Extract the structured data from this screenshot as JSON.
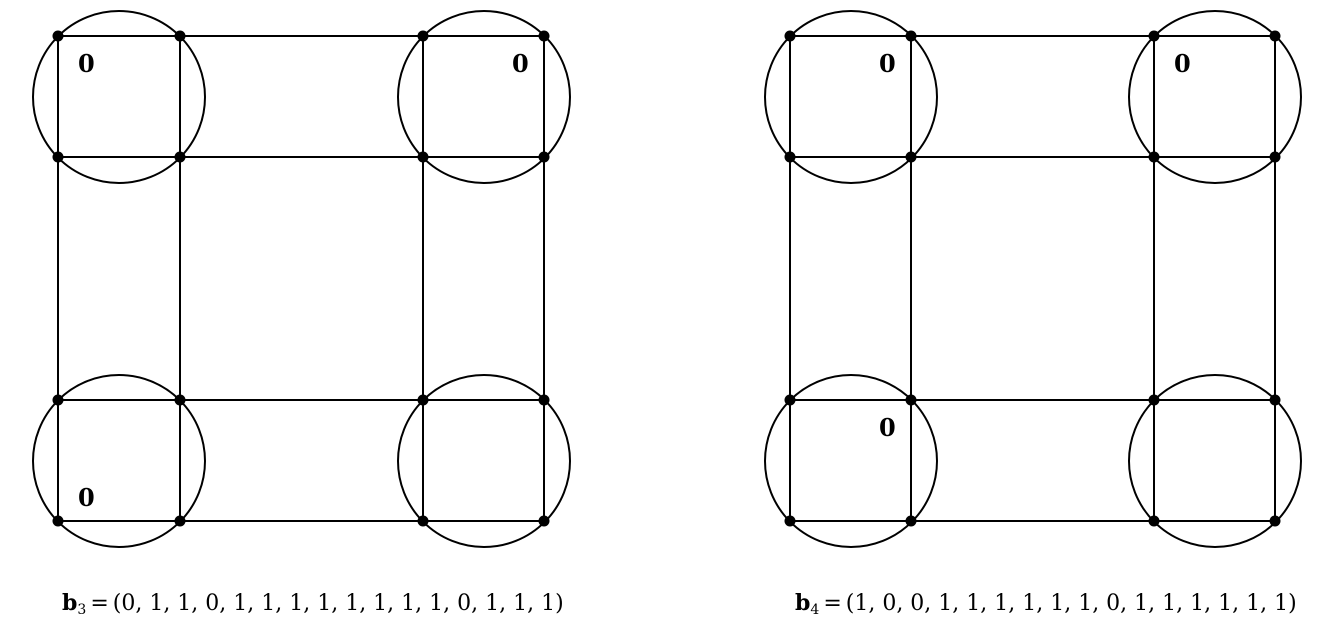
{
  "diagrams": [
    {
      "caption": {
        "symbol": "b",
        "subscript": "3",
        "equals": "=",
        "vector": "(0, 1, 1, 0, 1, 1, 1, 1, 1, 1, 1, 1, 0, 1, 1, 1)"
      },
      "zero_cells": [
        {
          "corner": "top-left",
          "text": "0"
        },
        {
          "corner": "top-right",
          "text": "0"
        },
        {
          "corner": "bottom-left",
          "text": "0"
        }
      ]
    },
    {
      "caption": {
        "symbol": "b",
        "subscript": "4",
        "equals": "=",
        "vector": "(1, 0, 0, 1, 1, 1, 1, 1, 1, 0, 1, 1, 1, 1, 1, 1)"
      },
      "zero_cells": [
        {
          "corner": "top-left",
          "text": "0"
        },
        {
          "corner": "top-right",
          "text": "0"
        },
        {
          "corner": "bottom-left",
          "text": "0"
        }
      ]
    }
  ]
}
